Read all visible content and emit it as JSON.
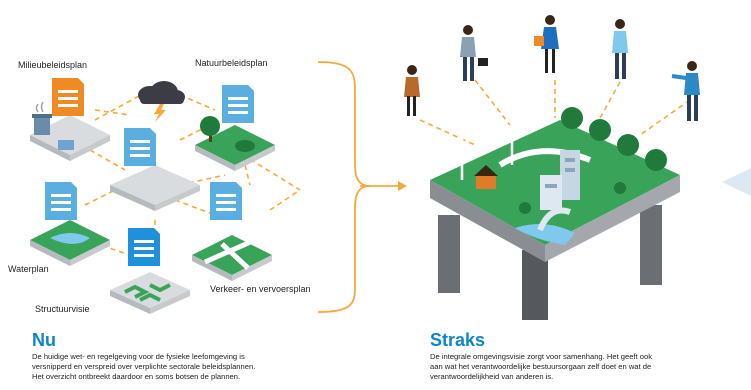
{
  "colors": {
    "accent_blue": "#0d86c9",
    "connector_orange": "#f6a93b",
    "plate_grey": "#d9dcdf",
    "grass_green": "#3aa35a",
    "water_blue": "#7ec9ec",
    "document_blue": "#5aaee0",
    "document_orange": "#f08a24"
  },
  "now": {
    "heading": "Nu",
    "plans": {
      "environment": "Milieubeleidsplan",
      "nature": "Natuurbeleidsplan",
      "water": "Waterplan",
      "traffic": "Verkeer- en vervoersplan",
      "structure": "Structuurvisie"
    },
    "description": [
      "De huidige wet- en regelgeving voor de fysieke leefomgeving is",
      "versnipperd en verspreid over verplichte sectorale beleidsplannen.",
      "Het overzicht ontbreekt daardoor en soms botsen de plannen."
    ],
    "icons": [
      "document-icon",
      "storm-cloud-icon",
      "lightning-icon",
      "trash-bin-icon",
      "tree-icon",
      "hedge-icon",
      "road-junction-icon",
      "maze-icon",
      "pond-icon"
    ]
  },
  "later": {
    "heading": "Straks",
    "description": [
      "De integrale omgevingsvisie zorgt voor samenhang. Het geeft ook",
      "aan wat het verantwoordelijke bestuursorgaan zelf doet en wat de",
      "verantwoordelijkheid van anderen is."
    ],
    "icons": [
      "person-icon",
      "briefcase-icon",
      "wind-turbine-icon",
      "house-icon",
      "tree-icon",
      "building-icon",
      "bridge-icon"
    ]
  }
}
